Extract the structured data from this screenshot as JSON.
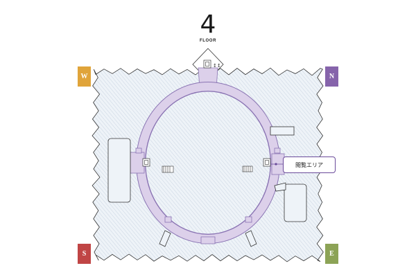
{
  "floor": {
    "number": "4",
    "label": "FLOOR"
  },
  "compass": {
    "west": "W",
    "north": "N",
    "south": "S",
    "east": "E",
    "colors": {
      "west": "#e0a43a",
      "north": "#8664ab",
      "south": "#c04545",
      "east": "#8ca356"
    }
  },
  "callout": {
    "label": "閲覧エリア"
  },
  "icons": [
    "elevator-icon",
    "stairs-icon",
    "restroom-icon"
  ],
  "colors": {
    "ring_fill": "#dcd0ea",
    "ring_stroke": "#8a74b3",
    "building_fill": "#eaf0f6",
    "outline": "#333333"
  }
}
